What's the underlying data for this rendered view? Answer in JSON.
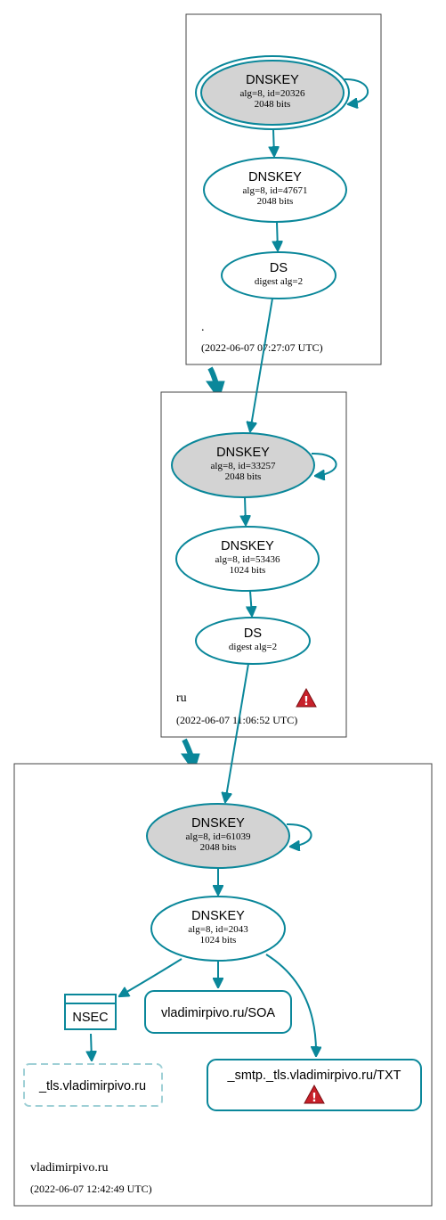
{
  "colors": {
    "edge": "#0a879a",
    "ksk_fill": "#d3d3d3",
    "zone_border": "#444444",
    "dashed_node": "#9fd0d6",
    "warning": "#c8202a"
  },
  "zones": {
    "root": {
      "name": ".",
      "timestamp": "(2022-06-07 07:27:07 UTC)",
      "ksk": {
        "title": "DNSKEY",
        "line1": "alg=8, id=20326",
        "line2": "2048 bits"
      },
      "zsk": {
        "title": "DNSKEY",
        "line1": "alg=8, id=47671",
        "line2": "2048 bits"
      },
      "ds": {
        "title": "DS",
        "line1": "digest alg=2"
      }
    },
    "ru": {
      "name": "ru",
      "timestamp": "(2022-06-07 11:06:52 UTC)",
      "warning_icon": "warning-triangle-icon",
      "ksk": {
        "title": "DNSKEY",
        "line1": "alg=8, id=33257",
        "line2": "2048 bits"
      },
      "zsk": {
        "title": "DNSKEY",
        "line1": "alg=8, id=53436",
        "line2": "1024 bits"
      },
      "ds": {
        "title": "DS",
        "line1": "digest alg=2"
      }
    },
    "vladimirpivo": {
      "name": "vladimirpivo.ru",
      "timestamp": "(2022-06-07 12:42:49 UTC)",
      "ksk": {
        "title": "DNSKEY",
        "line1": "alg=8, id=61039",
        "line2": "2048 bits"
      },
      "zsk": {
        "title": "DNSKEY",
        "line1": "alg=8, id=2043",
        "line2": "1024 bits"
      },
      "nsec": {
        "label": "NSEC"
      },
      "soa": {
        "label": "vladimirpivo.ru/SOA"
      },
      "txt": {
        "label": "_smtp._tls.vladimirpivo.ru/TXT",
        "warning_icon": "warning-triangle-icon"
      },
      "nonexistent": {
        "label": "_tls.vladimirpivo.ru"
      }
    }
  }
}
